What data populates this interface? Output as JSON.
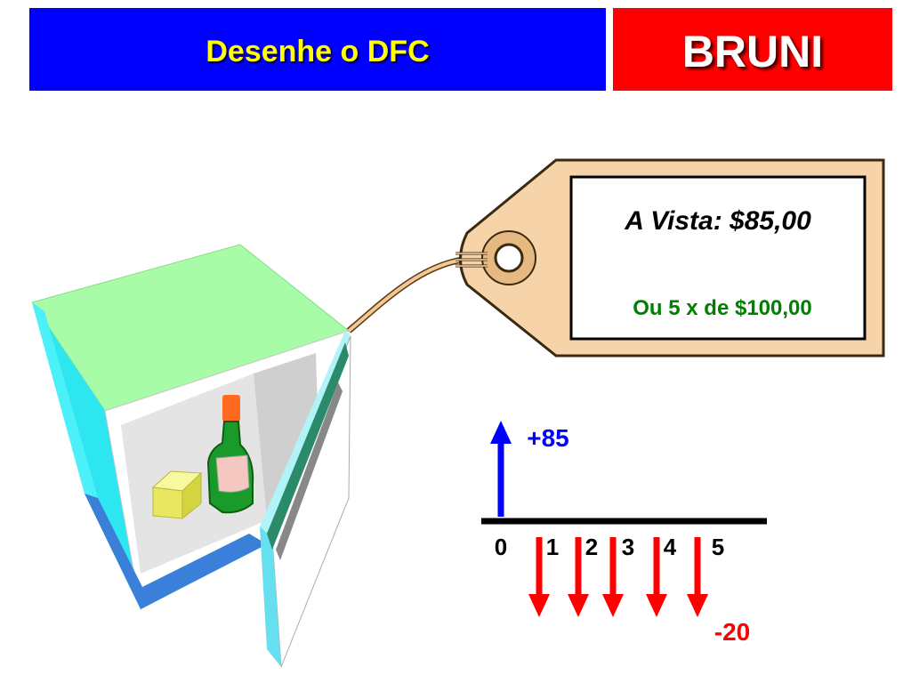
{
  "header": {
    "title": "Desenhe o DFC",
    "brand": "BRUNI"
  },
  "price_tag": {
    "cash_price": "A Vista: $85,00",
    "installment_offer": "Ou 5 x de $100,00"
  },
  "cash_flow": {
    "inflow_label": "+85",
    "outflow_label": "-20",
    "periods": [
      "0",
      "1",
      "2",
      "3",
      "4",
      "5"
    ],
    "inflows": [
      {
        "period": 0,
        "value": 85
      }
    ],
    "outflows": [
      {
        "period": 1,
        "value": 20
      },
      {
        "period": 2,
        "value": 20
      },
      {
        "period": 3,
        "value": 20
      },
      {
        "period": 4,
        "value": 20
      },
      {
        "period": 5,
        "value": 20
      }
    ]
  },
  "colors": {
    "title_bg": "#0000ff",
    "title_text": "#ffff00",
    "brand_bg": "#ff0000",
    "brand_text": "#ffffff",
    "inflow": "#0000ff",
    "outflow": "#ff0000",
    "installment_text": "#008000"
  },
  "illustration": {
    "name": "open mini fridge with bottle and cheese",
    "icon": "fridge-icon"
  }
}
